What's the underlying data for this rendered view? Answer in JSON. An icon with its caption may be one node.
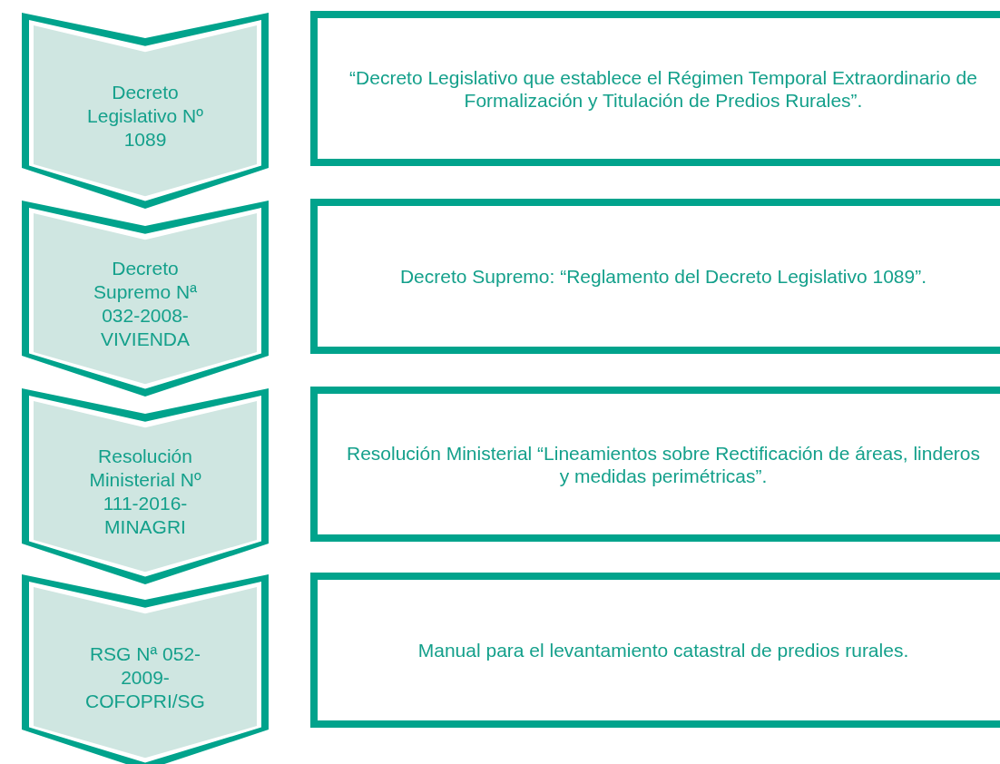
{
  "diagram": {
    "nodes": [
      {
        "text": [
          "Decreto Legislativo Nº 1089"
        ]
      },
      {
        "text": [
          "“Decreto Legislativo que establece el Régimen Temporal Extraordinario de Formalización y Titulación de Predios Rurales”."
        ]
      },
      {
        "text": [
          "Decreto Supremo Nª 032-2008-VIVIENDA"
        ]
      },
      {
        "text": [
          "Decreto Supremo: “Reglamento del Decreto Legislativo 1089”."
        ]
      },
      {
        "text": [
          "Resolución Ministerial Nº 111-2016-MINAGRI"
        ]
      },
      {
        "text": [
          "Resolución Ministerial “Lineamientos sobre Rectificación de áreas, linderos y medidas perimétricas”."
        ]
      },
      {
        "text": [
          "RSG Nª 052-2009-COFOPRI/SG"
        ]
      },
      {
        "text": [
          "Manual para el levantamiento catastral de predios rurales."
        ]
      }
    ]
  }
}
